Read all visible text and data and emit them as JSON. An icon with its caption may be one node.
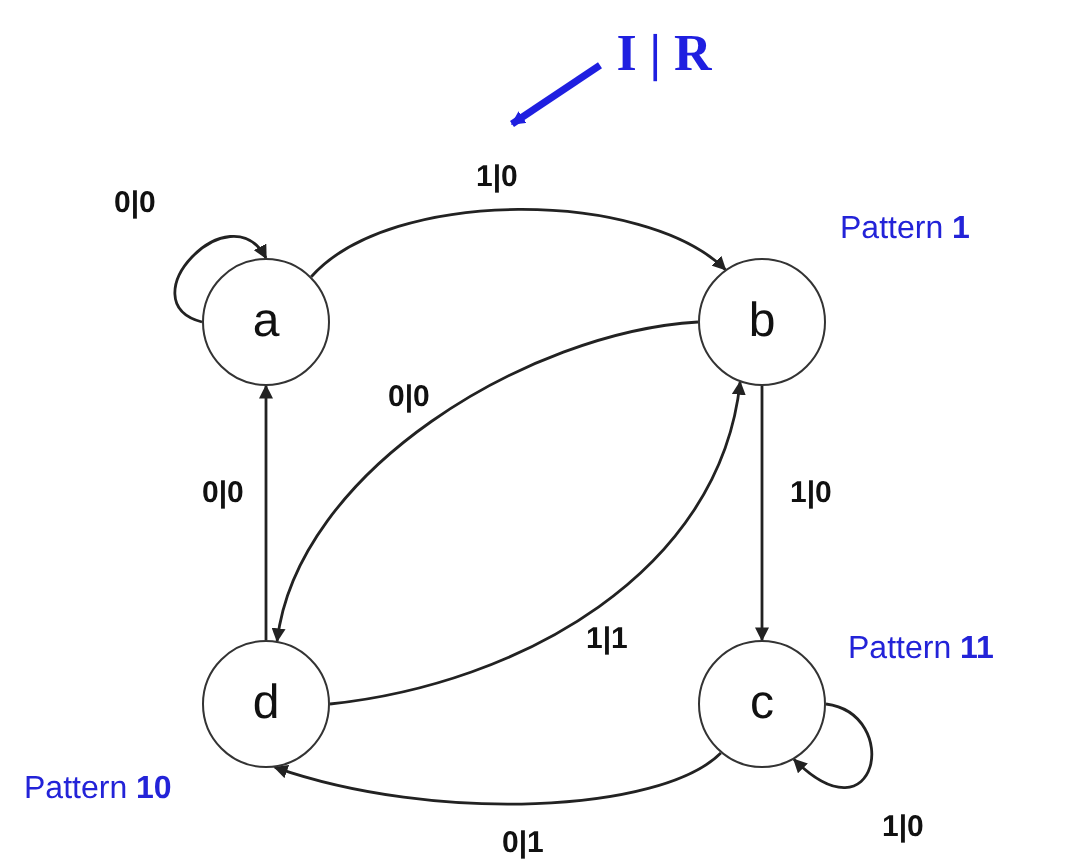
{
  "diagram": {
    "nodes": [
      {
        "text": [
          "a"
        ]
      },
      {
        "text": [
          "b"
        ],
        "beside": [
          "Pattern **1**"
        ]
      },
      {
        "text": [
          "c"
        ],
        "beside": [
          "Pattern **11**"
        ]
      },
      {
        "text": [
          "d"
        ],
        "beside": [
          "Pattern **10**"
        ]
      },
      {
        "text": [
          "I | R"
        ]
      }
    ],
    "edges": [
      {
        "from": 0,
        "to": 0,
        "arrow": "to",
        "label": "0|0"
      },
      {
        "from": 0,
        "to": 1,
        "arrow": "to",
        "label": "1|0"
      },
      {
        "from": 1,
        "to": 3,
        "arrow": "to",
        "label": "0|0"
      },
      {
        "from": 3,
        "to": 1,
        "arrow": "to",
        "label": "1|1"
      },
      {
        "from": 1,
        "to": 2,
        "arrow": "to",
        "label": "1|0"
      },
      {
        "from": 3,
        "to": 0,
        "arrow": "to",
        "label": "0|0"
      },
      {
        "from": 2,
        "to": 3,
        "arrow": "to",
        "label": "0|1"
      },
      {
        "from": 2,
        "to": 2,
        "arrow": "to",
        "label": "1|0"
      },
      {
        "from": 4,
        "to": null,
        "arrow": "to",
        "color": "#1f1fe0",
        "style": "thick"
      }
    ]
  }
}
